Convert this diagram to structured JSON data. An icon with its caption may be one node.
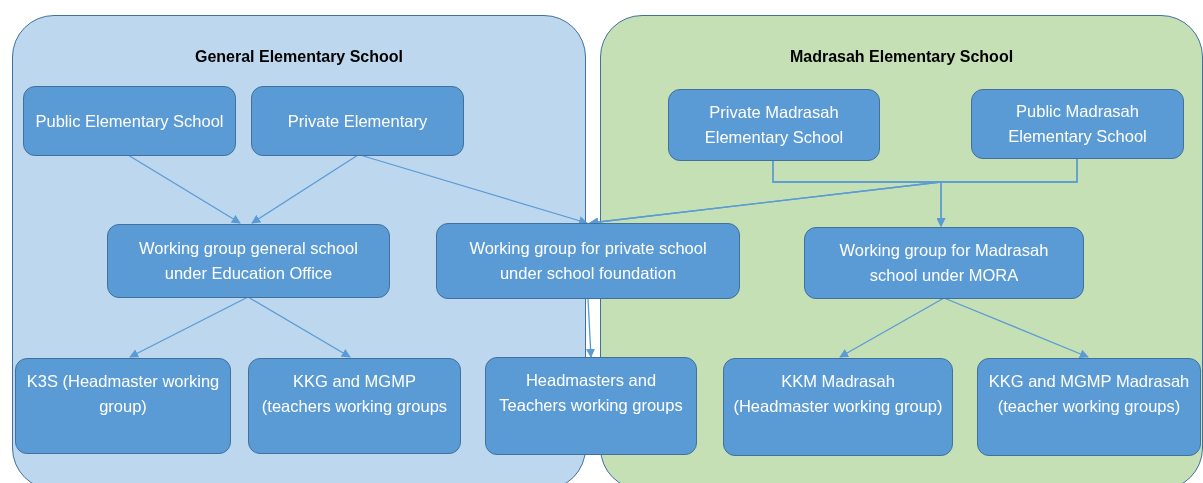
{
  "diagram": {
    "nodes": [
      {
        "text": [
          "General Elementary School"
        ]
      },
      {
        "text": [
          "Madrasah Elementary School"
        ]
      },
      {
        "text": [
          "Public Elementary School"
        ],
        "in": 0
      },
      {
        "text": [
          "Private Elementary"
        ],
        "in": 0
      },
      {
        "text": [
          "Private Madrasah Elementary School"
        ],
        "in": 1
      },
      {
        "text": [
          "Public Madrasah Elementary School"
        ],
        "in": 1
      },
      {
        "text": [
          "Working group general school under Education Office"
        ],
        "in": 0
      },
      {
        "text": [
          "Working group for private school under school foundation"
        ]
      },
      {
        "text": [
          "Working group for Madrasah school under MORA"
        ],
        "in": 1
      },
      {
        "text": [
          "K3S (Headmaster working group)"
        ],
        "in": 0
      },
      {
        "text": [
          "KKG and MGMP (teachers working groups"
        ],
        "in": 0
      },
      {
        "text": [
          "Headmasters and Teachers working groups"
        ]
      },
      {
        "text": [
          "KKM Madrasah (Headmaster working group)"
        ],
        "in": 1
      },
      {
        "text": [
          "KKG and MGMP Madrasah (teacher working groups)"
        ],
        "in": 1
      }
    ],
    "edges": [
      {
        "from": 2,
        "to": 6,
        "arrow": "to"
      },
      {
        "from": 3,
        "to": 6,
        "arrow": "to"
      },
      {
        "from": 3,
        "to": 7,
        "arrow": "to"
      },
      {
        "from": 4,
        "to": 7,
        "arrow": "to"
      },
      {
        "from": 5,
        "to": 7,
        "arrow": "to"
      },
      {
        "from": 4,
        "to": 8,
        "arrow": "to"
      },
      {
        "from": 5,
        "to": 8,
        "arrow": "to"
      },
      {
        "from": 6,
        "to": 9,
        "arrow": "to"
      },
      {
        "from": 6,
        "to": 10,
        "arrow": "to"
      },
      {
        "from": 7,
        "to": 11,
        "arrow": "to"
      },
      {
        "from": 8,
        "to": 12,
        "arrow": "to"
      },
      {
        "from": 8,
        "to": 13,
        "arrow": "to"
      }
    ]
  }
}
